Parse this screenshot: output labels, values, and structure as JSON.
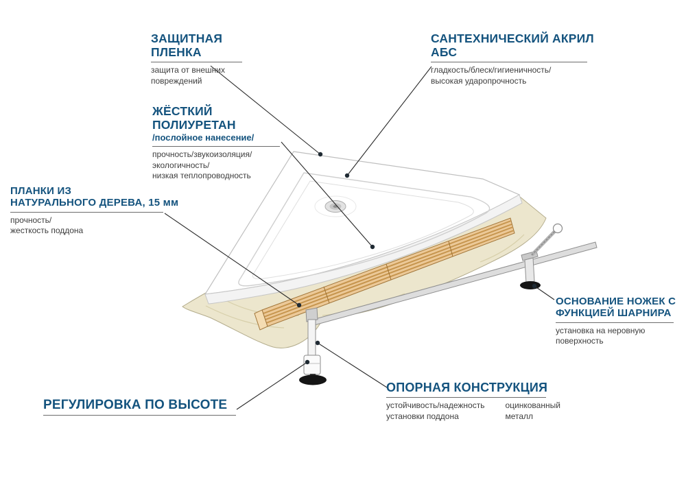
{
  "colors": {
    "heading": "#14537e",
    "foam": "#ece6cd",
    "wood": "#ecc998",
    "metal": "#dddddd",
    "foot": "#151515"
  },
  "labels": {
    "film": {
      "title": "ЗАЩИТНАЯ\nПЛЕНКА",
      "desc": "защита от внешних\nповреждений"
    },
    "acrylic": {
      "title": "САНТЕХНИЧЕСКИЙ АКРИЛ\nАБС",
      "desc": "гладкость/блеск/гигиеничность/\nвысокая ударопрочность"
    },
    "polyurethane": {
      "title": "ЖЁСТКИЙ\nПОЛИУРЕТАН",
      "subtitle": "/послойное нанесение/",
      "desc": "прочность/звукоизоляция/\nэкологичность/\nнизкая теплопроводность"
    },
    "wood": {
      "title": "ПЛАНКИ ИЗ\nНАТУРАЛЬНОГО ДЕРЕВА, 15 мм",
      "desc": "прочность/\nжесткость поддона"
    },
    "leg_base": {
      "title": "ОСНОВАНИЕ НОЖЕК С\nФУНКЦИЕЙ ШАРНИРА",
      "desc": "установка на неровную\nповерхность"
    },
    "height_adjust": {
      "title": "РЕГУЛИРОВКА ПО ВЫСОТЕ"
    },
    "support": {
      "title": "ОПОРНАЯ КОНСТРУКЦИЯ",
      "desc": "устойчивость/надежность\nустановки поддона",
      "material": "оцинкованный\nметалл"
    }
  }
}
